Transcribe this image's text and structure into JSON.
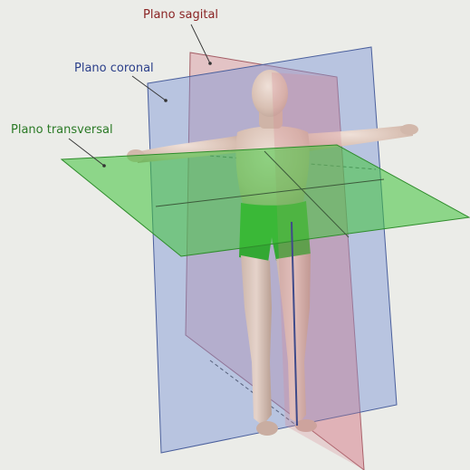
{
  "labels": {
    "sagittal": "Plano sagital",
    "coronal": "Plano coronal",
    "transverse": "Plano transversal"
  },
  "colors": {
    "background": "#ebece8",
    "sagittal_plane": "#d98a93",
    "coronal_plane": "#7b95d6",
    "transverse_plane": "#3fc43a",
    "sagittal_text": "#8a2424",
    "coronal_text": "#2b3f8a",
    "transverse_text": "#2b7a26",
    "skin": "#d9c1b4"
  }
}
